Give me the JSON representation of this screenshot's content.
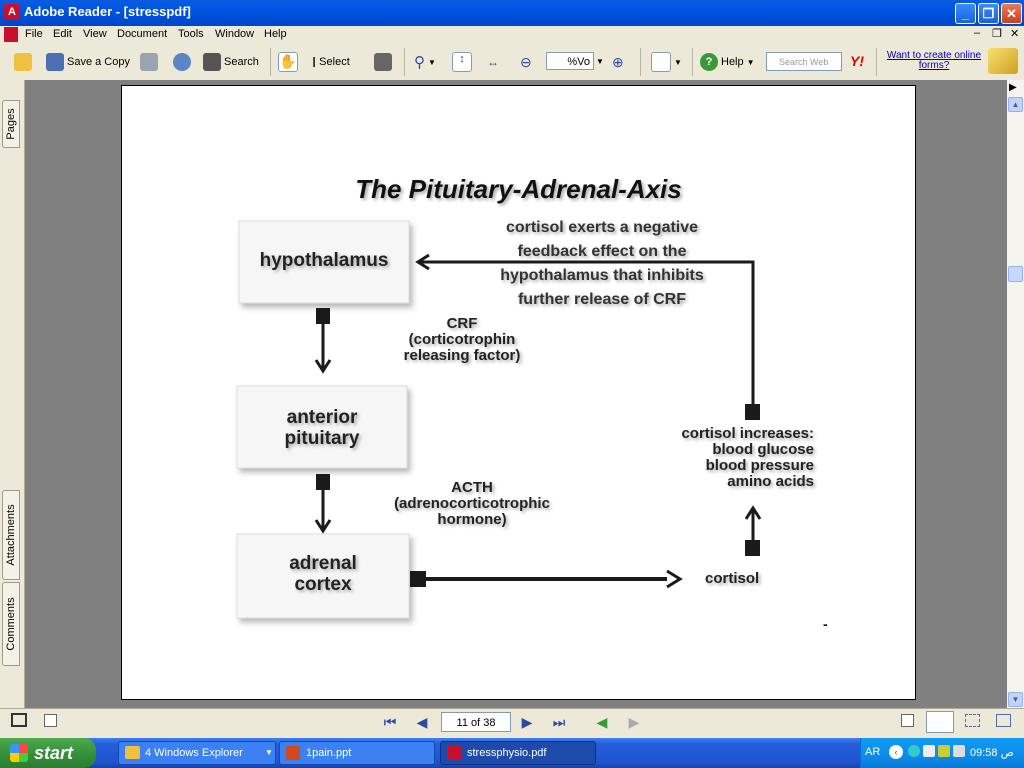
{
  "window": {
    "title": "Adobe Reader - [stresspdf]",
    "app_icon_glyph": "A"
  },
  "menu": {
    "items": [
      "File",
      "Edit",
      "View",
      "Document",
      "Tools",
      "Window",
      "Help"
    ]
  },
  "toolbar": {
    "save_copy": "Save a Copy",
    "search": "Search",
    "select": "Select",
    "zoom_value": "%Vo",
    "help": "Help",
    "search_web_placeholder": "Search Web",
    "forms_link": "Want to create online forms?"
  },
  "sidepanel": {
    "tabs": [
      "Pages",
      "Attachments",
      "Comments"
    ]
  },
  "document": {
    "title": "The Pituitary-Adrenal-Axis",
    "boxes": {
      "hypothalamus": "hypothalamus",
      "anterior_pituitary_1": "anterior",
      "anterior_pituitary_2": "pituitary",
      "adrenal_1": "adrenal",
      "adrenal_2": "cortex"
    },
    "feedback": [
      "cortisol exerts a negative",
      "feedback effect on the",
      "hypothalamus that inhibits",
      "further release of CRF"
    ],
    "crf": [
      "CRF",
      "(corticotrophin",
      "releasing factor)"
    ],
    "acth": [
      "ACTH",
      "(adrenocorticotrophic",
      "hormone)"
    ],
    "cortisol_effects": [
      "cortisol increases:",
      "blood glucose",
      "blood pressure",
      "amino acids"
    ],
    "cortisol": "cortisol",
    "dash": "-"
  },
  "statusbar": {
    "page_indicator": "11 of 38"
  },
  "taskbar": {
    "start": "start",
    "tasks": [
      "4 Windows Explorer",
      "1pain.ppt",
      "stressphysio.pdf"
    ],
    "lang": "AR",
    "clock": "09:58 ص"
  },
  "colors": {
    "titlebar": "#0054e3",
    "taskbar": "#245edb",
    "start_button": "#34923a",
    "diagram_text": "#1a1a1a"
  }
}
